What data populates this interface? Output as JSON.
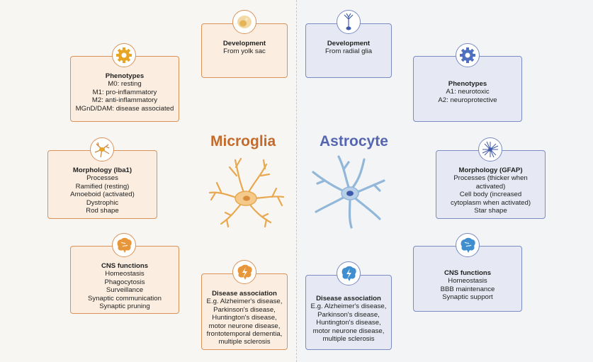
{
  "microglia": {
    "title": "Microglia",
    "color": "#c46a2b",
    "development": {
      "title": "Development",
      "lines": [
        "From yolk sac"
      ],
      "icon": "yolk-sac-icon"
    },
    "phenotypes": {
      "title": "Phenotypes",
      "lines": [
        "M0: resting",
        "M1: pro-inflammatory",
        "M2: anti-inflammatory",
        "MGnD/DAM: disease associated"
      ],
      "icon": "gear-icon"
    },
    "morphology": {
      "title": "Morphology (Iba1)",
      "lines": [
        "Processes",
        "Ramified (resting)",
        "Amoeboid (activated)",
        "Dystrophic",
        "Rod shape"
      ],
      "icon": "microglia-cell-icon"
    },
    "cns": {
      "title": "CNS functions",
      "lines": [
        "Homeostasis",
        "Phagocytosis",
        "Surveillance",
        "Synaptic communication",
        "Synaptic pruning"
      ],
      "icon": "brain-icon"
    },
    "disease": {
      "title": "Disease association",
      "lines": [
        "E.g. Alzheimer's disease,",
        "Parkinson's disease,",
        "Huntington's disease,",
        "motor neurone disease,",
        "frontotemporal dementia,",
        "multiple sclerosis"
      ],
      "icon": "brain-lightning-icon"
    }
  },
  "astrocyte": {
    "title": "Astrocyte",
    "color": "#5565b0",
    "development": {
      "title": "Development",
      "lines": [
        "From radial glia"
      ],
      "icon": "radial-glia-icon"
    },
    "phenotypes": {
      "title": "Phenotypes",
      "lines": [
        "A1: neurotoxic",
        "A2: neuroprotective"
      ],
      "icon": "gear-icon"
    },
    "morphology": {
      "title": "Morphology (GFAP)",
      "lines": [
        "Processes (thicker when",
        "activated)",
        "Cell body (increased",
        "cytoplasm when activated)",
        "Star shape"
      ],
      "icon": "astrocyte-cell-icon"
    },
    "cns": {
      "title": "CNS functions",
      "lines": [
        "Homeostasis",
        "BBB maintenance",
        "Synaptic support"
      ],
      "icon": "brain-icon"
    },
    "disease": {
      "title": "Disease association",
      "lines": [
        "E.g. Alzheimer's disease,",
        "Parkinson's disease,",
        "Huntington's disease,",
        "motor neurone disease,",
        "multiple sclerosis"
      ],
      "icon": "brain-lightning-icon"
    }
  }
}
